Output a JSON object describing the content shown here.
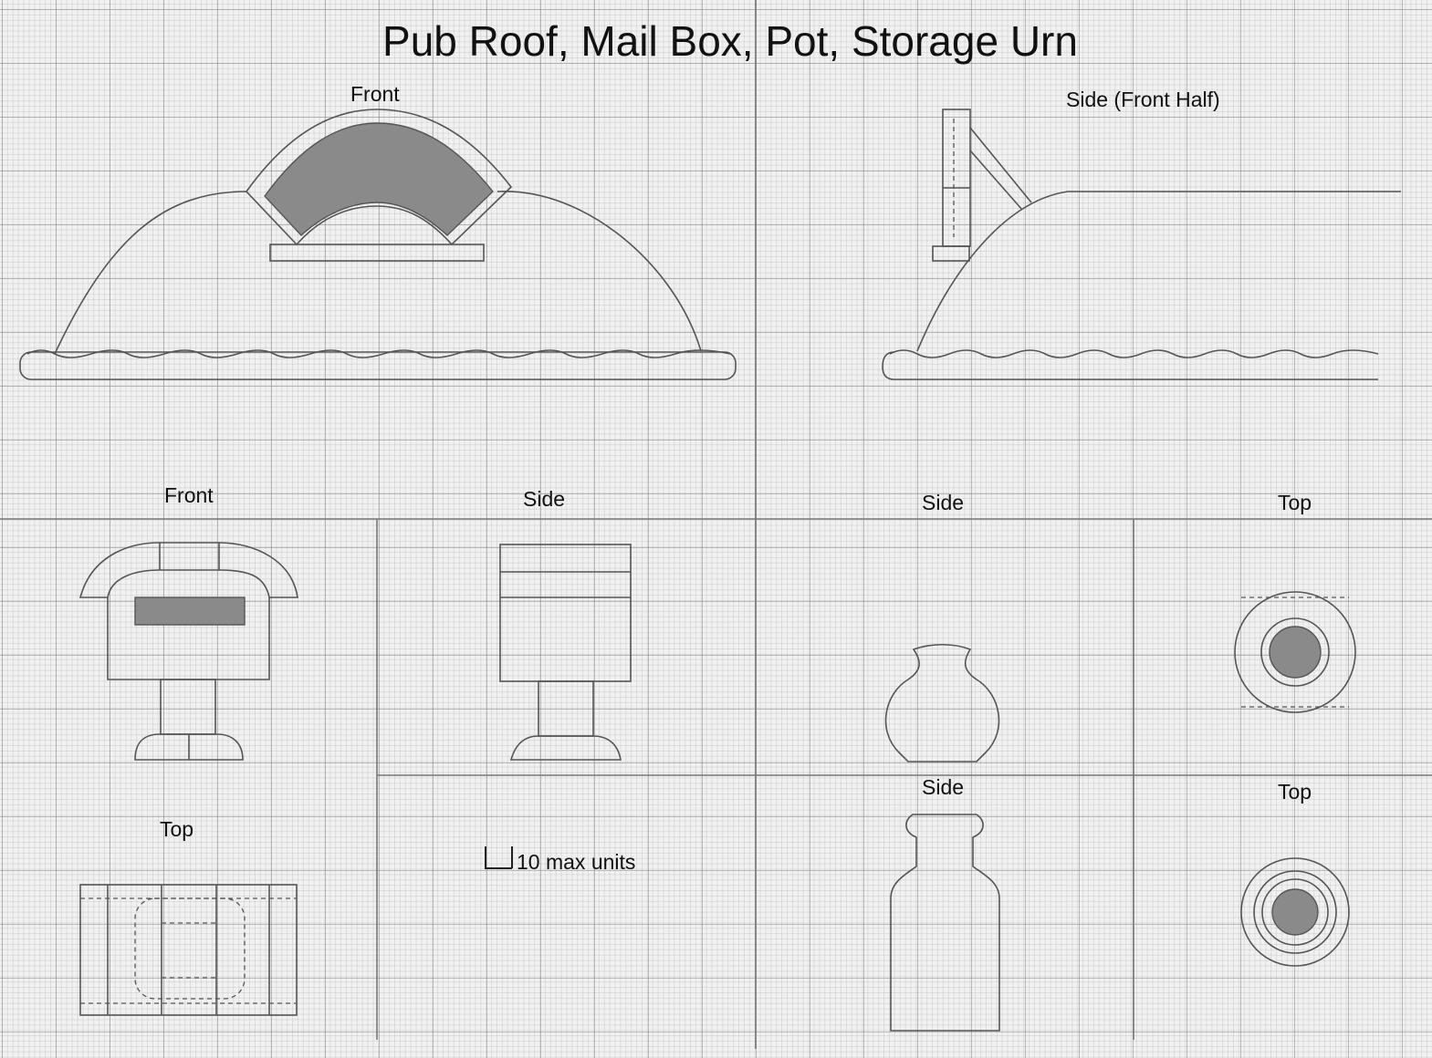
{
  "title": "Pub Roof, Mail Box, Pot, Storage Urn",
  "pub_roof": {
    "front_label": "Front",
    "side_label": "Side (Front Half)"
  },
  "mail_box": {
    "front_label": "Front",
    "side_label": "Side",
    "top_label": "Top"
  },
  "scale": {
    "label": "10 max units"
  },
  "pot": {
    "side_label": "Side",
    "top_label": "Top"
  },
  "storage_urn": {
    "side_label": "Side",
    "top_label": "Top"
  }
}
